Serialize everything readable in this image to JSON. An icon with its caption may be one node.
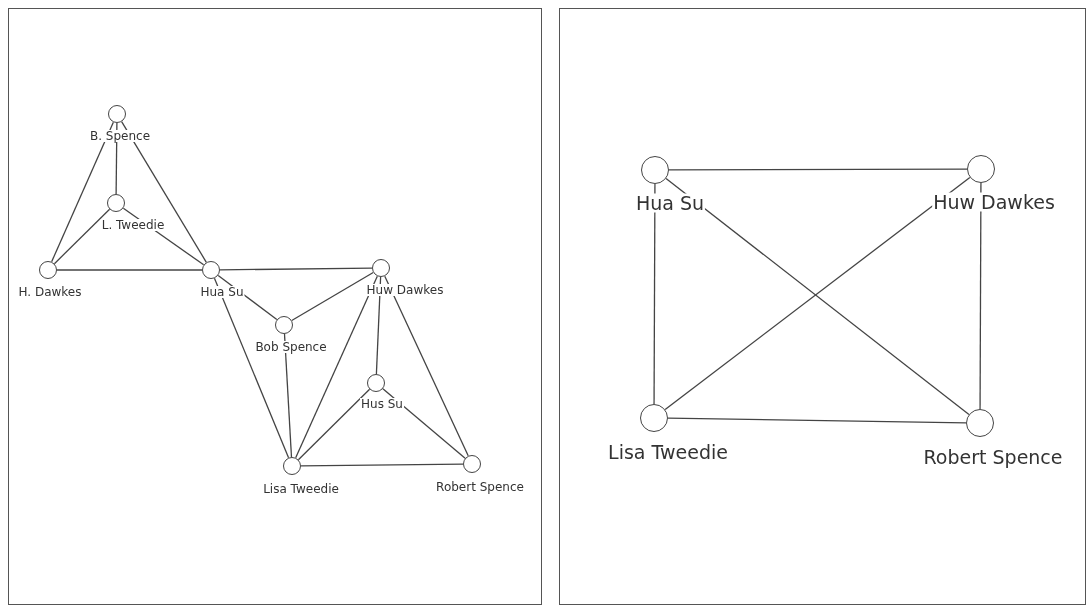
{
  "diagram": {
    "nodes": [
      {
        "text": [],
        "shape": "circle",
        "beside": [
          "B. Spence"
        ]
      },
      {
        "text": [],
        "shape": "circle",
        "beside": [
          "L. Tweedie"
        ]
      },
      {
        "text": [],
        "shape": "circle",
        "beside": [
          "H. Dawkes"
        ]
      },
      {
        "text": [],
        "shape": "circle",
        "beside": [
          "Hua Su"
        ]
      },
      {
        "text": [],
        "shape": "circle",
        "beside": [
          "Huw Dawkes"
        ]
      },
      {
        "text": [],
        "shape": "circle",
        "beside": [
          "Bob Spence"
        ]
      },
      {
        "text": [],
        "shape": "circle",
        "beside": [
          "Hus Su"
        ]
      },
      {
        "text": [],
        "shape": "circle",
        "beside": [
          "Lisa Tweedie"
        ]
      },
      {
        "text": [],
        "shape": "circle",
        "beside": [
          "Robert Spence"
        ]
      },
      {
        "text": [],
        "shape": "circle",
        "beside": [
          "Hua Su"
        ]
      },
      {
        "text": [],
        "shape": "circle",
        "beside": [
          "Huw Dawkes"
        ]
      },
      {
        "text": [],
        "shape": "circle",
        "beside": [
          "Lisa Tweedie"
        ]
      },
      {
        "text": [],
        "shape": "circle",
        "beside": [
          "Robert Spence"
        ]
      }
    ],
    "edges": [
      {
        "from": 0,
        "to": 1,
        "arrow": "none"
      },
      {
        "from": 0,
        "to": 2,
        "arrow": "none"
      },
      {
        "from": 0,
        "to": 3,
        "arrow": "none"
      },
      {
        "from": 1,
        "to": 2,
        "arrow": "none"
      },
      {
        "from": 1,
        "to": 3,
        "arrow": "none"
      },
      {
        "from": 2,
        "to": 3,
        "arrow": "none"
      },
      {
        "from": 3,
        "to": 4,
        "arrow": "none"
      },
      {
        "from": 3,
        "to": 5,
        "arrow": "none"
      },
      {
        "from": 3,
        "to": 7,
        "arrow": "none"
      },
      {
        "from": 5,
        "to": 4,
        "arrow": "none"
      },
      {
        "from": 5,
        "to": 7,
        "arrow": "none"
      },
      {
        "from": 4,
        "to": 7,
        "arrow": "none"
      },
      {
        "from": 4,
        "to": 6,
        "arrow": "none"
      },
      {
        "from": 4,
        "to": 8,
        "arrow": "none"
      },
      {
        "from": 6,
        "to": 7,
        "arrow": "none"
      },
      {
        "from": 6,
        "to": 8,
        "arrow": "none"
      },
      {
        "from": 7,
        "to": 8,
        "arrow": "none"
      },
      {
        "from": 9,
        "to": 10,
        "arrow": "none"
      },
      {
        "from": 9,
        "to": 11,
        "arrow": "none"
      },
      {
        "from": 9,
        "to": 12,
        "arrow": "none"
      },
      {
        "from": 10,
        "to": 11,
        "arrow": "none"
      },
      {
        "from": 10,
        "to": 12,
        "arrow": "none"
      },
      {
        "from": 11,
        "to": 12,
        "arrow": "none"
      }
    ]
  }
}
